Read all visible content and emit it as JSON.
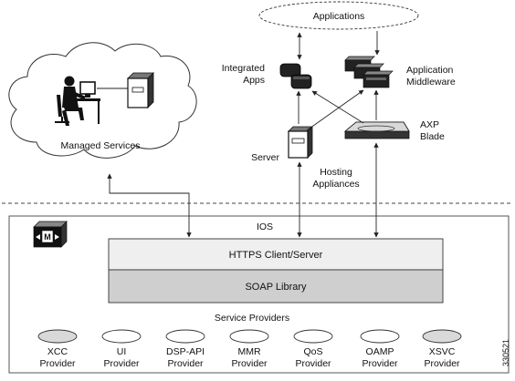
{
  "applications": {
    "label": "Applications"
  },
  "integrated_apps": {
    "line1": "Integrated",
    "line2": "Apps"
  },
  "app_middleware": {
    "line1": "Application",
    "line2": "Middleware"
  },
  "managed_services": {
    "label": "Managed Services"
  },
  "axp_blade": {
    "line1": "AXP",
    "line2": "Blade"
  },
  "server": {
    "label": "Server"
  },
  "hosting_appliances": {
    "line1": "Hosting",
    "line2": "Appliances"
  },
  "ios": {
    "label": "IOS"
  },
  "layers": {
    "https": "HTTPS Client/Server",
    "soap": "SOAP Library"
  },
  "service_providers": {
    "title": "Service Providers",
    "items": [
      {
        "line1": "XCC",
        "line2": "Provider",
        "shaded": true
      },
      {
        "line1": "UI",
        "line2": "Provider",
        "shaded": false
      },
      {
        "line1": "DSP-API",
        "line2": "Provider",
        "shaded": false
      },
      {
        "line1": "MMR",
        "line2": "Provider",
        "shaded": false
      },
      {
        "line1": "QoS",
        "line2": "Provider",
        "shaded": false
      },
      {
        "line1": "OAMP",
        "line2": "Provider",
        "shaded": false
      },
      {
        "line1": "XSVC",
        "line2": "Provider",
        "shaded": true
      }
    ]
  },
  "figure_id": "330521",
  "colors": {
    "line": "#222222",
    "https_fill": "#efefef",
    "soap_fill": "#cfcfcf",
    "shaded_ellipse": "#d9d9d9"
  }
}
